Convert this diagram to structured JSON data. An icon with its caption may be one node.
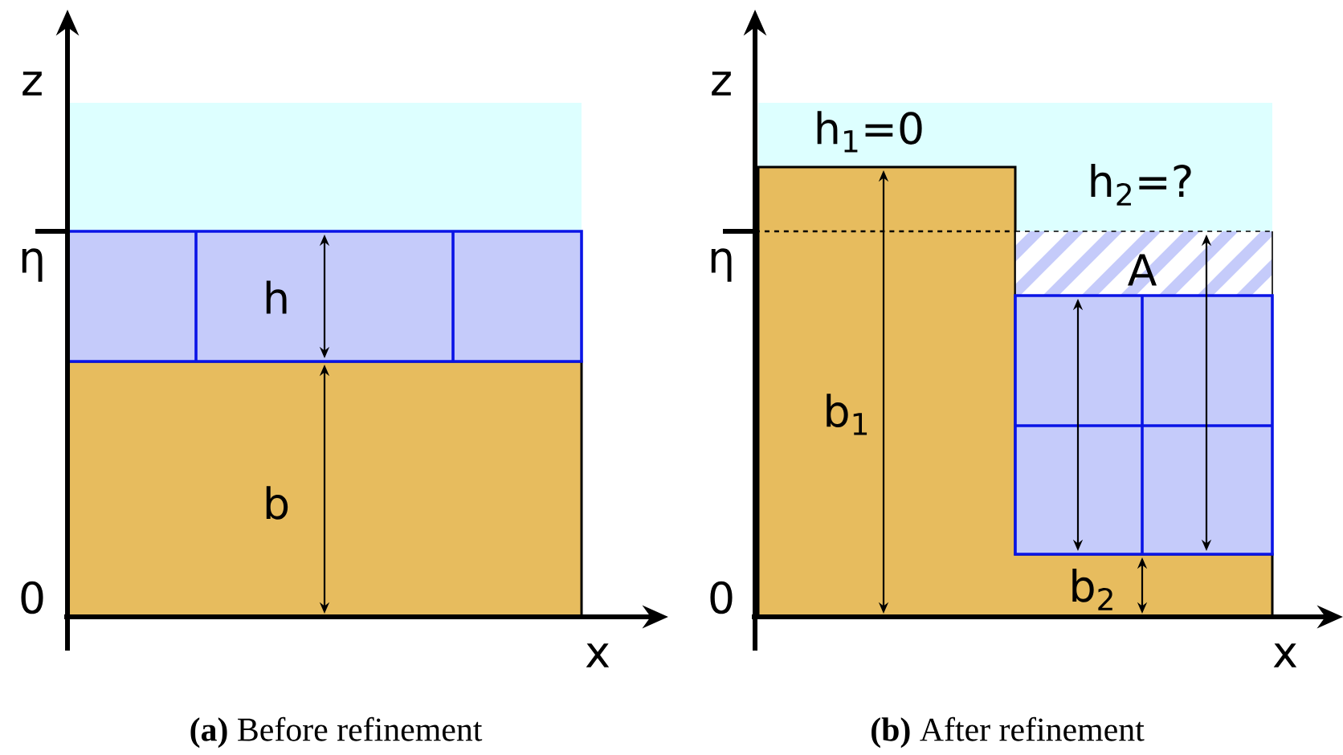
{
  "diagram": {
    "labels": [
      "z",
      "η",
      "h",
      "b",
      "0",
      "x",
      "**(a)** Before refinement",
      "z",
      "h$_{1}$=0",
      "h$_{2}$=?",
      "η",
      "A",
      "b$_{1}$",
      "0",
      "b$_{2}$",
      "x",
      "**(b)** After refinement"
    ]
  }
}
